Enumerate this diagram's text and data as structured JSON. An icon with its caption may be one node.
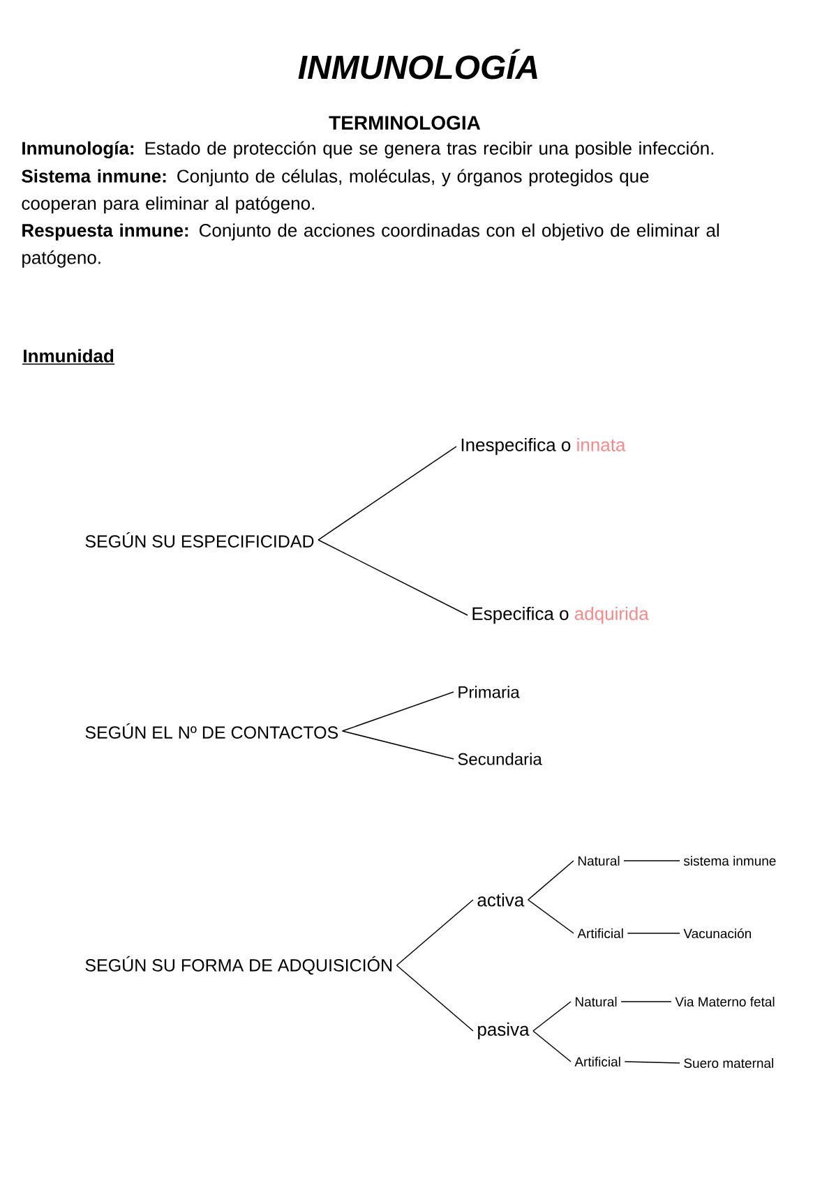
{
  "diagram": {
    "title": "INMUNOLOGÍA",
    "nodes": [
      {
        "text": [
          "SEGÚN SU ESPECIFICIDAD"
        ]
      },
      {
        "text": [
          "Inespecifica o",
          "innata"
        ]
      },
      {
        "text": [
          "Especifica o",
          "adquirida"
        ]
      },
      {
        "text": [
          "SEGÚN EL Nº DE CONTACTOS"
        ]
      },
      {
        "text": [
          "Primaria"
        ]
      },
      {
        "text": [
          "Secundaria"
        ]
      },
      {
        "text": [
          "SEGÚN SU FORMA DE ADQUISICIÓN"
        ]
      },
      {
        "text": [
          "activa"
        ]
      },
      {
        "text": [
          "pasiva"
        ]
      },
      {
        "text": [
          "Natural"
        ]
      },
      {
        "text": [
          "Artificial"
        ]
      },
      {
        "text": [
          "sistema inmune"
        ]
      },
      {
        "text": [
          "Vacunación"
        ]
      },
      {
        "text": [
          "Natural"
        ]
      },
      {
        "text": [
          "Artificial"
        ]
      },
      {
        "text": [
          "Via Materno fetal"
        ]
      },
      {
        "text": [
          "Suero maternal"
        ]
      }
    ],
    "edges": [
      {
        "from": 0,
        "to": 1,
        "arrow": "none"
      },
      {
        "from": 0,
        "to": 2,
        "arrow": "none"
      },
      {
        "from": 3,
        "to": 4,
        "arrow": "none"
      },
      {
        "from": 3,
        "to": 5,
        "arrow": "none"
      },
      {
        "from": 6,
        "to": 7,
        "arrow": "none"
      },
      {
        "from": 6,
        "to": 8,
        "arrow": "none"
      },
      {
        "from": 7,
        "to": 9,
        "arrow": "none"
      },
      {
        "from": 7,
        "to": 10,
        "arrow": "none"
      },
      {
        "from": 9,
        "to": 11,
        "arrow": "none"
      },
      {
        "from": 10,
        "to": 12,
        "arrow": "none"
      },
      {
        "from": 8,
        "to": 13,
        "arrow": "none"
      },
      {
        "from": 8,
        "to": 14,
        "arrow": "none"
      },
      {
        "from": 13,
        "to": 15,
        "arrow": "none"
      },
      {
        "from": 14,
        "to": 16,
        "arrow": "none"
      }
    ],
    "labels": [
      "TERMINOLOGIA",
      "**Inmunología:** Estado de protección que se genera tras recibir una posible infección.",
      "**Sistema inmune:** Conjunto de células, moléculas, y órganos protegidos que cooperan para eliminar al patógeno.",
      "**Respuesta inmune:** Conjunto de acciones coordinadas con el objetivo de eliminar al patógeno.",
      "Inmunidad"
    ]
  }
}
